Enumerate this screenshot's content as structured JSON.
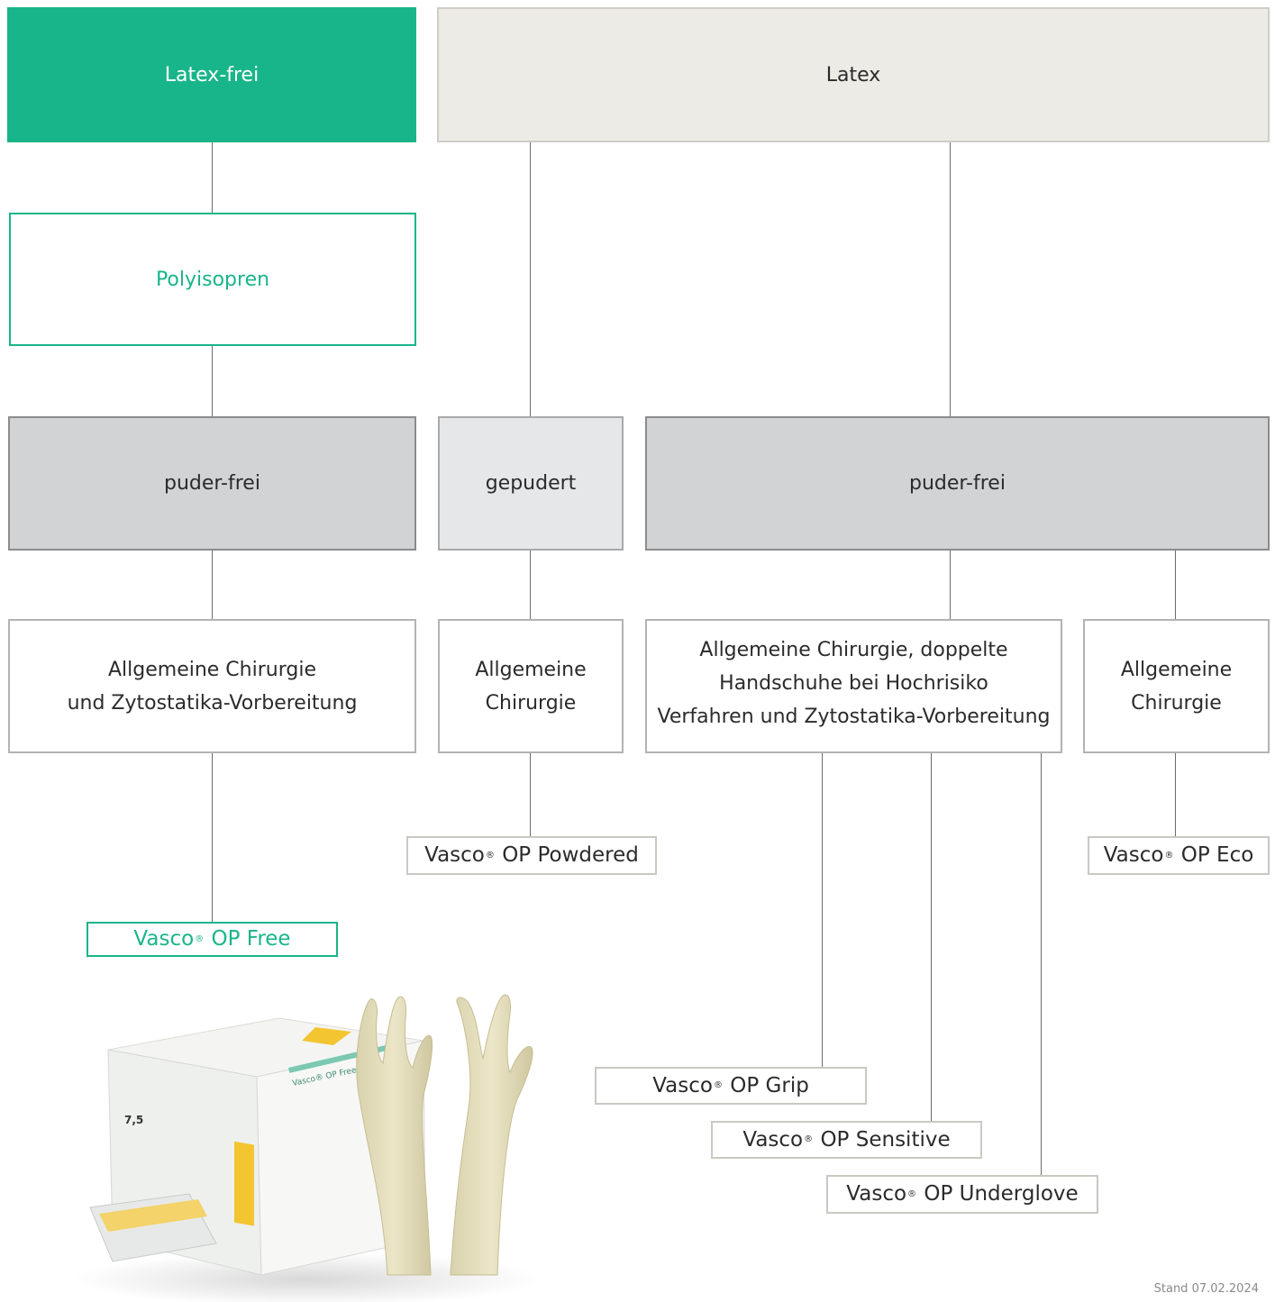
{
  "nodes": {
    "latex_free": "Latex-frei",
    "latex": "Latex",
    "polyisopren": "Polyisopren",
    "puderfrei_left": "puder-frei",
    "gepudert": "gepudert",
    "puderfrei_right": "puder-frei",
    "use_left_line1": "Allgemeine Chirurgie",
    "use_left_line2": "und Zytostatika-Vorbereitung",
    "use_mid_line1": "Allgemeine",
    "use_mid_line2": "Chirurgie",
    "use_big_line1": "Allgemeine Chirurgie, doppelte",
    "use_big_line2": "Handschuhe bei Hochrisiko",
    "use_big_line3": "Verfahren und Zytostatika-Vorbereitung",
    "use_right_line1": "Allgemeine",
    "use_right_line2": "Chirurgie"
  },
  "products": {
    "brand": "Vasco",
    "reg": "®",
    "free": "OP Free",
    "powdered": "OP Powdered",
    "eco": "OP Eco",
    "grip": "OP Grip",
    "sensitive": "OP Sensitive",
    "underglove": "OP Underglove"
  },
  "footer": {
    "stand": "Stand 07.02.2024"
  },
  "photo": {
    "box_label": "Vasco® OP Free",
    "size_label": "7,5"
  },
  "colors": {
    "accent_green": "#19b58a",
    "latex_header": "#ecebe5",
    "puderfrei_gray": "#d2d3d5",
    "gepudert_gray": "#e6e7e9"
  }
}
